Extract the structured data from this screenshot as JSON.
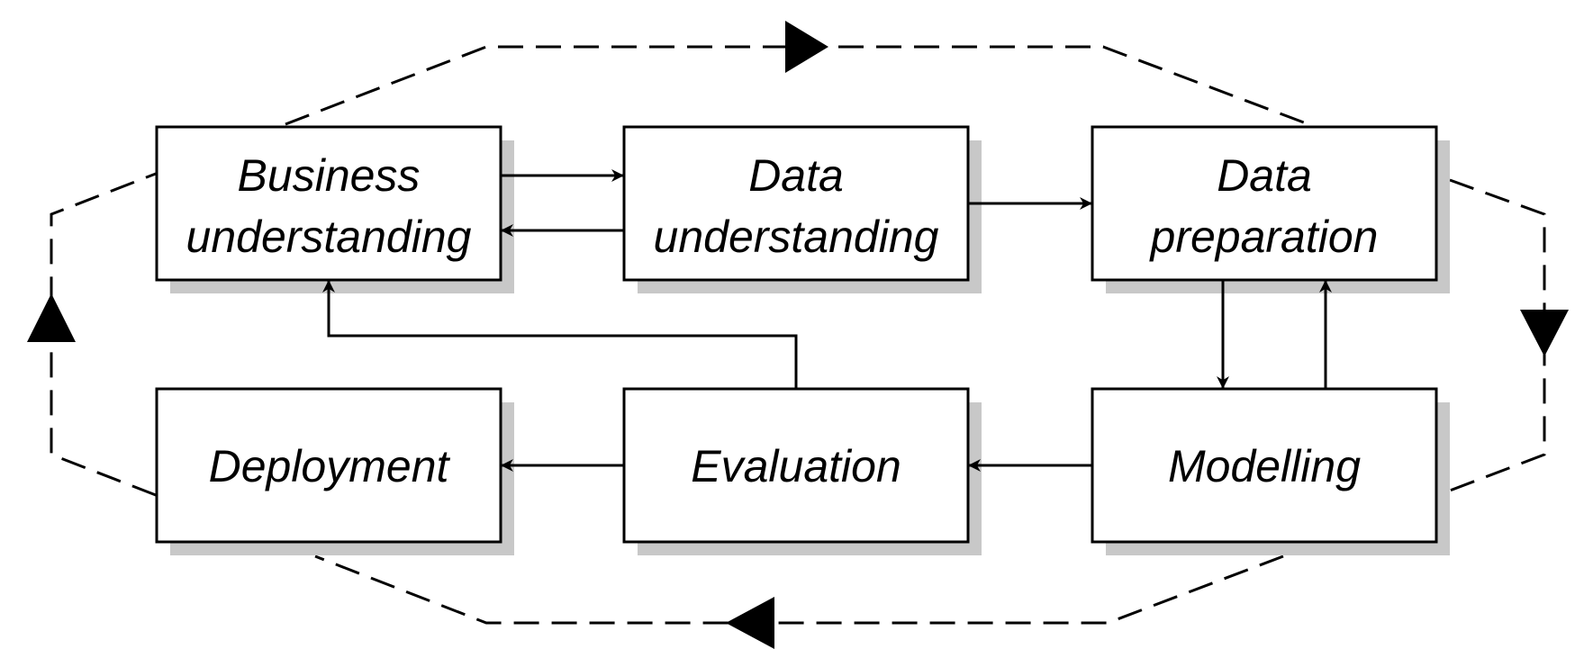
{
  "diagram": {
    "steps": {
      "business_understanding": {
        "line1": "Business",
        "line2": "understanding"
      },
      "data_understanding": {
        "line1": "Data",
        "line2": "understanding"
      },
      "data_preparation": {
        "line1": "Data",
        "line2": "preparation"
      },
      "modelling": {
        "label": "Modelling"
      },
      "evaluation": {
        "label": "Evaluation"
      },
      "deployment": {
        "label": "Deployment"
      }
    },
    "colors": {
      "stroke": "#000000",
      "box_fill": "#ffffff",
      "shadow": "#c8c8c8"
    }
  }
}
